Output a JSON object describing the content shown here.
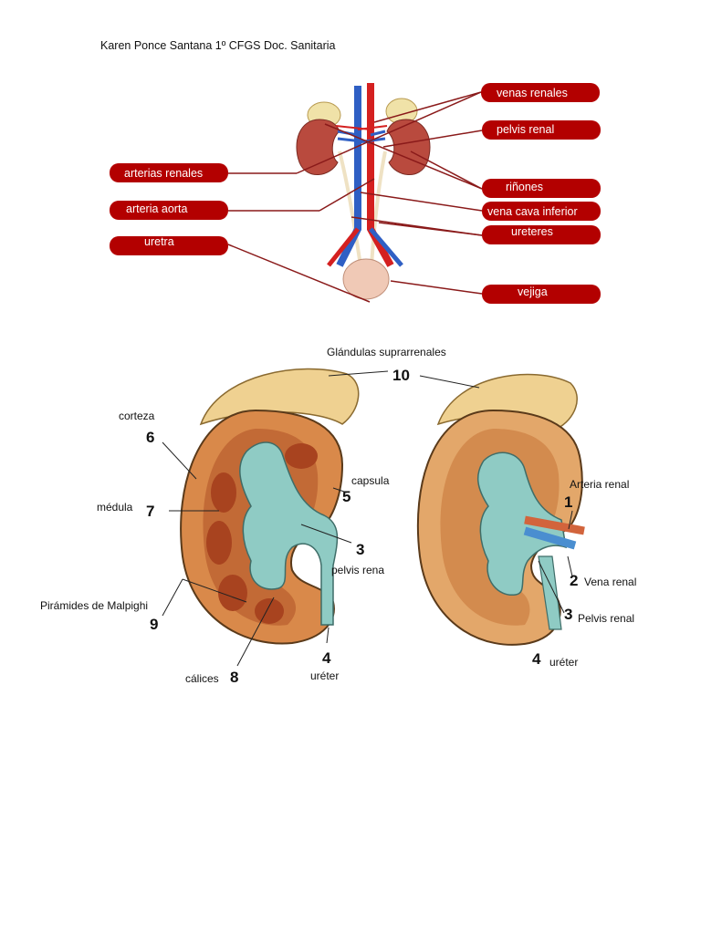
{
  "header": {
    "text": "Karen Ponce Santana 1º CFGS Doc. Sanitaria"
  },
  "figure1": {
    "labels": {
      "venas_renales": "venas renales",
      "pelvis_renal": "pelvis renal",
      "arterias_renales": "arterias renales",
      "rinones": "riñones",
      "arteria_aorta": "arteria aorta",
      "vena_cava_inferior": "vena cava inferior",
      "ureteres": "ureteres",
      "uretra": "uretra",
      "vejiga": "vejiga"
    },
    "colors": {
      "pill": "#b30000",
      "artery": "#d42020",
      "vein": "#2f5fc4",
      "kidney": "#b94a3e",
      "gland": "#f0e2a8",
      "line": "#8a1a1a"
    }
  },
  "figure2": {
    "labels": {
      "glandulas": "Glándulas suprarrenales",
      "corteza": "corteza",
      "medula": "médula",
      "piramides": "Pirámides de Malpighi",
      "calices": "cálices",
      "capsula": "capsula",
      "pelvis_renal_left": "pelvis rena",
      "ureter_left": "uréter",
      "arteria_renal": "Arteria renal",
      "vena_renal": "Vena renal",
      "pelvis_renal_right": "Pelvis renal",
      "ureter_right": "uréter"
    },
    "numbers": {
      "n10": "10",
      "n6": "6",
      "n7": "7",
      "n9": "9",
      "n8": "8",
      "n5": "5",
      "n3a": "3",
      "n4a": "4",
      "n1": "1",
      "n2": "2",
      "n3b": "3",
      "n4b": "4"
    },
    "colors": {
      "cortex": "#d9894a",
      "medulla": "#a8431f",
      "pelvis": "#8fcbc4",
      "gland": "#efd191",
      "outline": "#5a3a1a"
    }
  }
}
